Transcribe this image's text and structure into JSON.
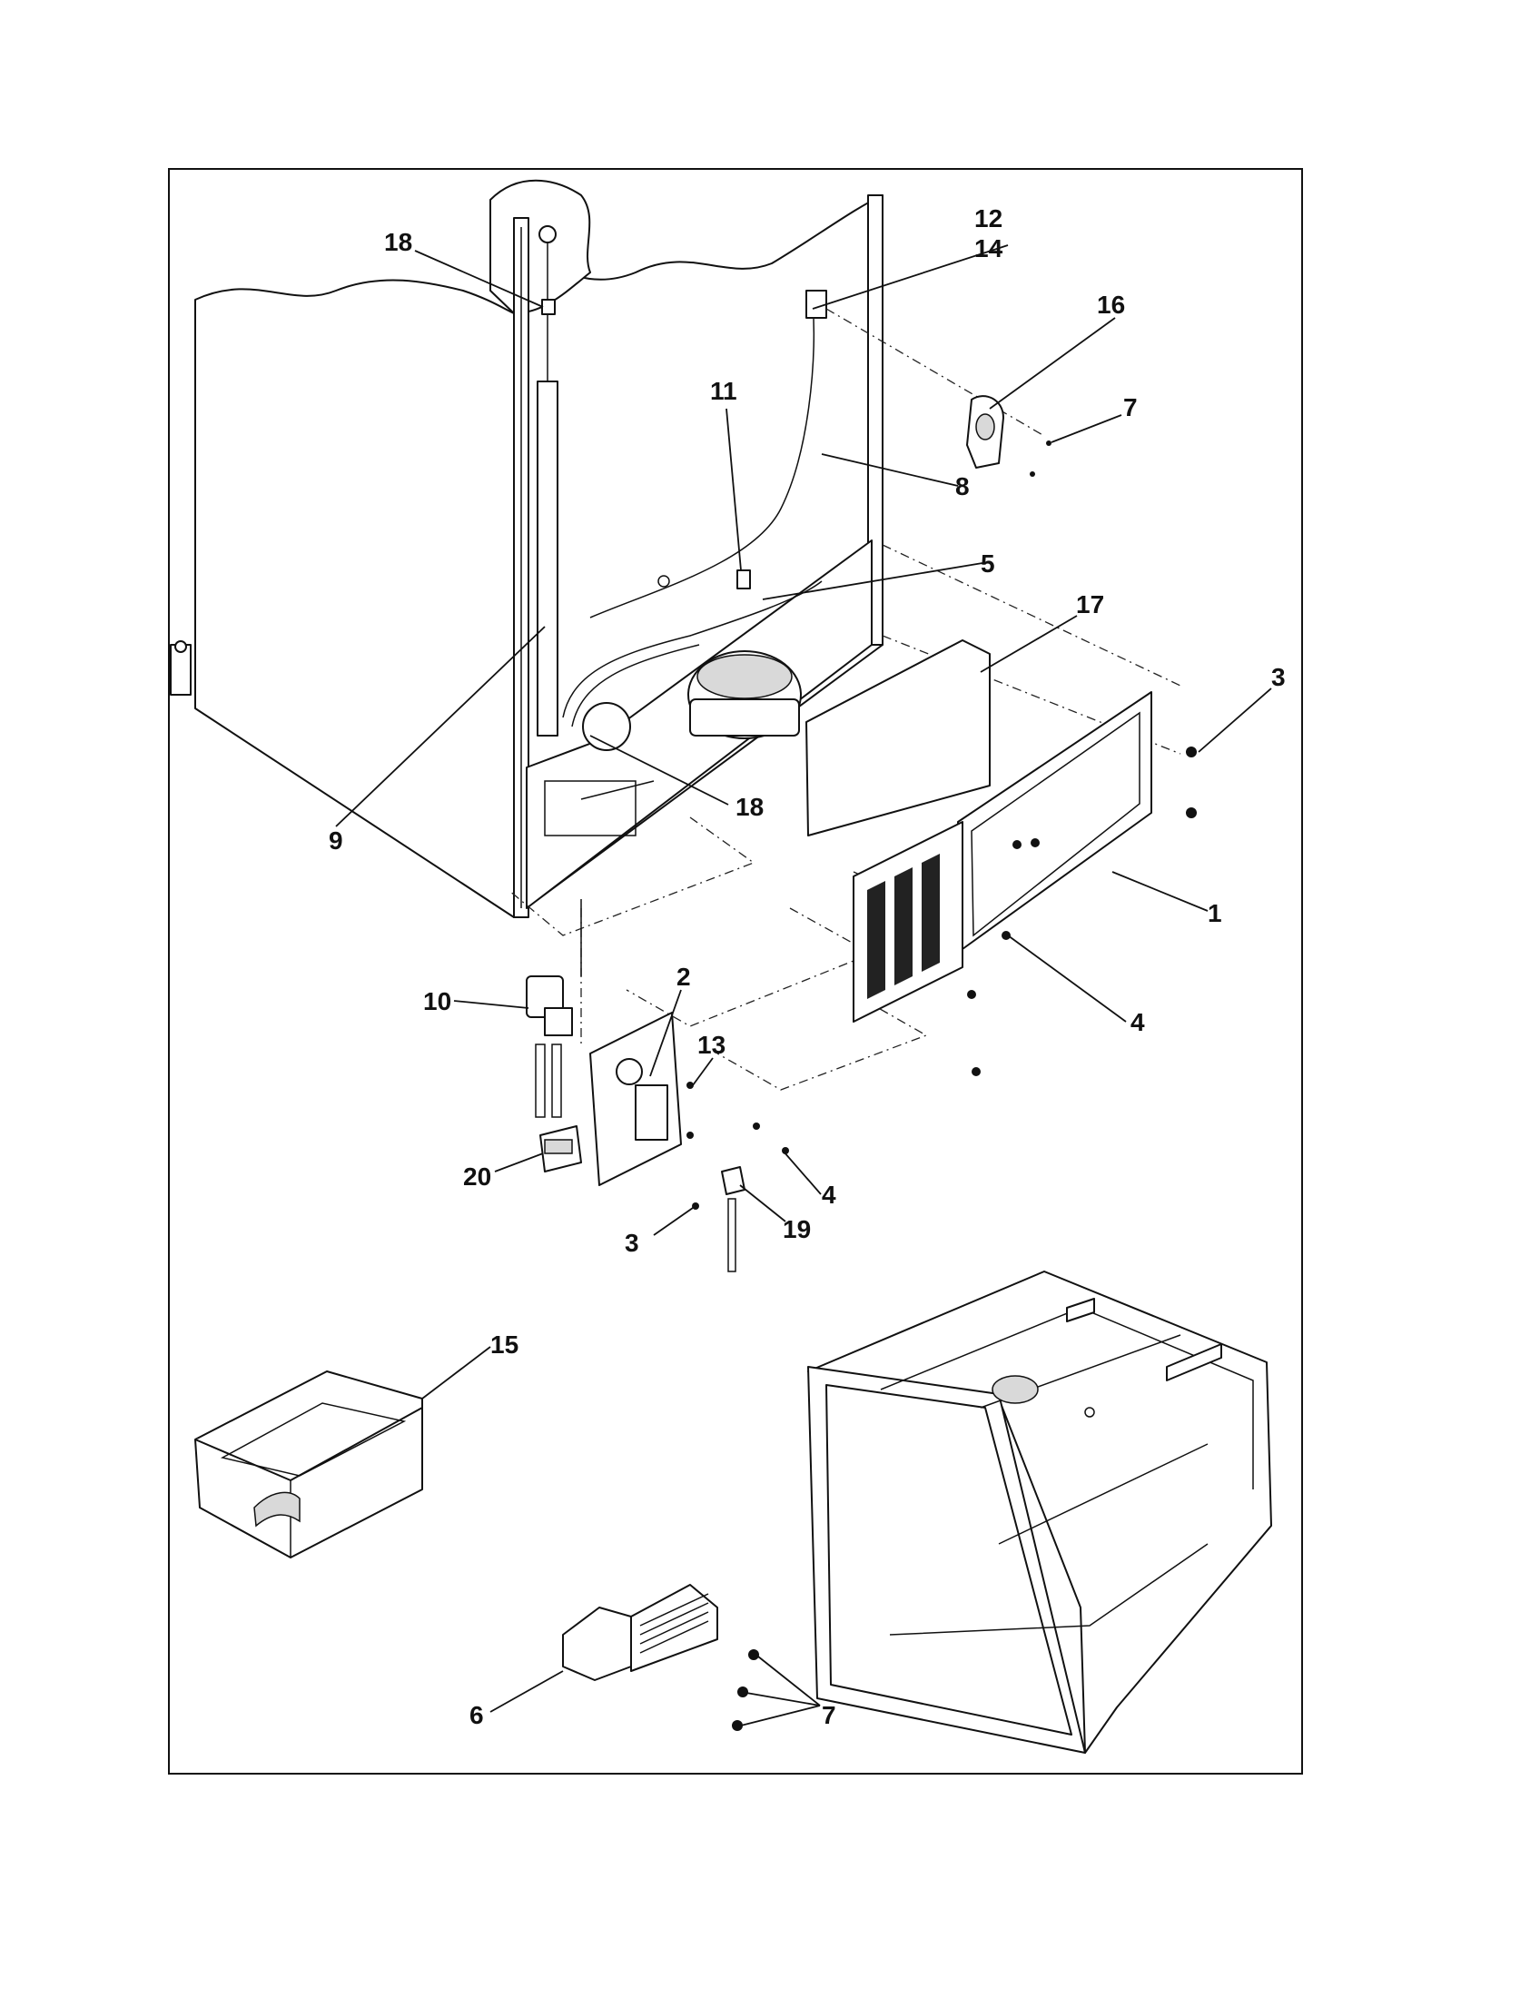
{
  "diagram": {
    "callouts": [
      {
        "id": "c18a",
        "label": "18"
      },
      {
        "id": "c12",
        "label": "12"
      },
      {
        "id": "c14",
        "label": "14"
      },
      {
        "id": "c16",
        "label": "16"
      },
      {
        "id": "c11",
        "label": "11"
      },
      {
        "id": "c7a",
        "label": "7"
      },
      {
        "id": "c8",
        "label": "8"
      },
      {
        "id": "c5",
        "label": "5"
      },
      {
        "id": "c17",
        "label": "17"
      },
      {
        "id": "c3a",
        "label": "3"
      },
      {
        "id": "c18b",
        "label": "18"
      },
      {
        "id": "c9",
        "label": "9"
      },
      {
        "id": "c1",
        "label": "1"
      },
      {
        "id": "c2",
        "label": "2"
      },
      {
        "id": "c10",
        "label": "10"
      },
      {
        "id": "c13",
        "label": "13"
      },
      {
        "id": "c4a",
        "label": "4"
      },
      {
        "id": "c4b",
        "label": "4"
      },
      {
        "id": "c20",
        "label": "20"
      },
      {
        "id": "c19",
        "label": "19"
      },
      {
        "id": "c3b",
        "label": "3"
      },
      {
        "id": "c15",
        "label": "15"
      },
      {
        "id": "c6",
        "label": "6"
      },
      {
        "id": "c7b",
        "label": "7"
      }
    ]
  }
}
